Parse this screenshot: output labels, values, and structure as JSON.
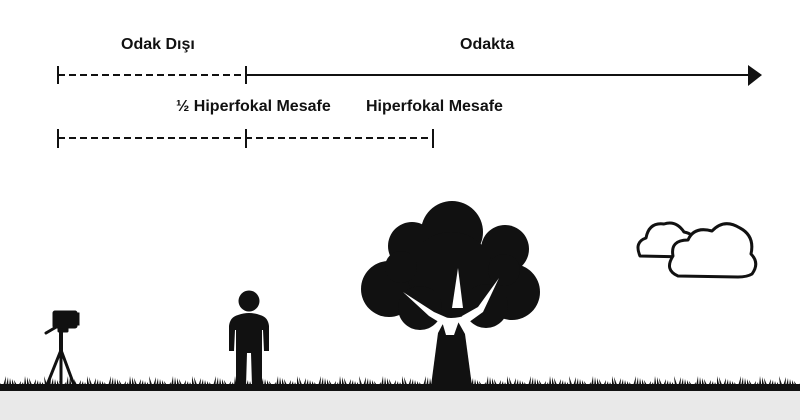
{
  "labels": {
    "out_of_focus": "Odak Dışı",
    "in_focus": "Odakta",
    "half_hyperfocal": "½ Hiperfokal Mesafe",
    "hyperfocal": "Hiperfokal Mesafe"
  },
  "icons": [
    "camera-on-tripod-icon",
    "person-icon",
    "tree-icon",
    "clouds-icon"
  ],
  "colors": {
    "ink": "#111111",
    "ground": "#e9e9e9",
    "background": "#ffffff"
  }
}
